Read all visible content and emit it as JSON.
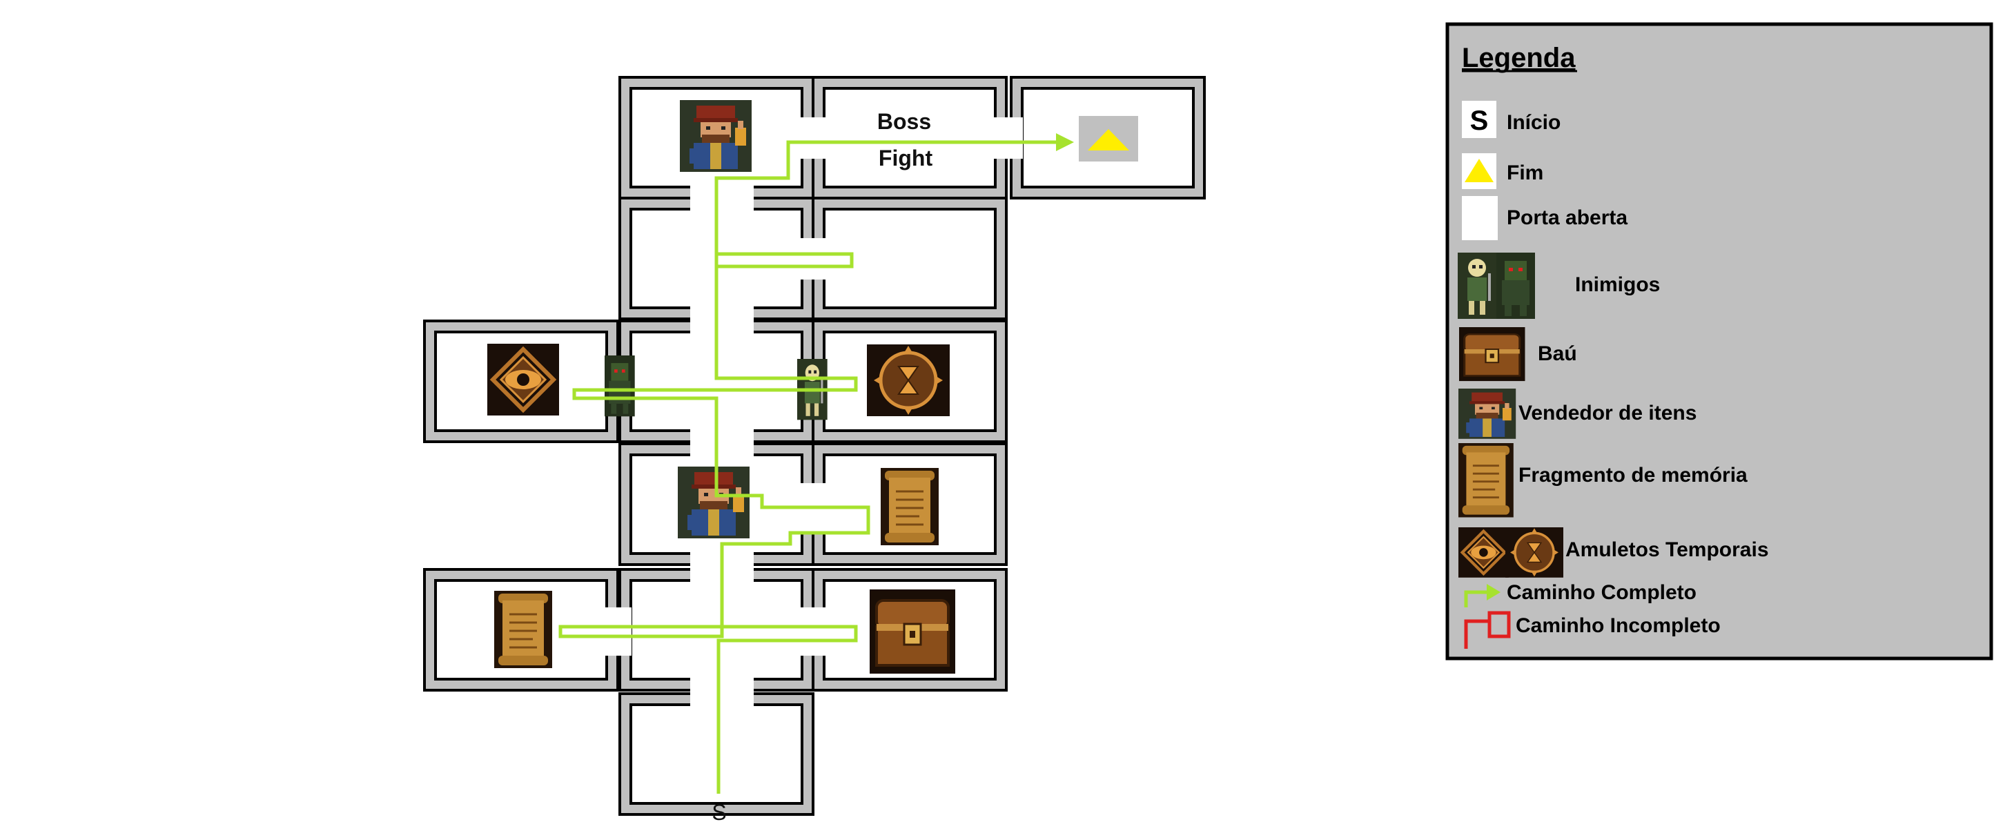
{
  "map": {
    "boss_label_line1": "Boss",
    "boss_label_line2": "Fight",
    "start_label": "S",
    "colors": {
      "room_fill": "#c0c0c0",
      "room_border": "#000000",
      "room_inner": "#ffffff",
      "path_complete": "#a6e22e",
      "end_marker_bg": "#c0c0c0",
      "end_marker": "#ffee00"
    }
  },
  "legend": {
    "title": "Legenda",
    "items": [
      {
        "icon": "start-s-icon",
        "label": "Início"
      },
      {
        "icon": "triangle-icon",
        "label": "Fim"
      },
      {
        "icon": "open-door-icon",
        "label": "Porta aberta"
      },
      {
        "icon": "enemies-icon",
        "label": "Inimigos"
      },
      {
        "icon": "chest-icon",
        "label": "Baú"
      },
      {
        "icon": "merchant-icon",
        "label": "Vendedor de itens"
      },
      {
        "icon": "scroll-icon",
        "label": "Fragmento de memória"
      },
      {
        "icon": "amulets-icon",
        "label": "Amuletos Temporais"
      },
      {
        "icon": "green-arrow-icon",
        "label": "Caminho Completo"
      },
      {
        "icon": "red-path-icon",
        "label": "Caminho Incompleto"
      }
    ],
    "start_glyph": "S",
    "colors": {
      "background": "#c0c0c0",
      "incomplete_path": "#e02020"
    }
  }
}
